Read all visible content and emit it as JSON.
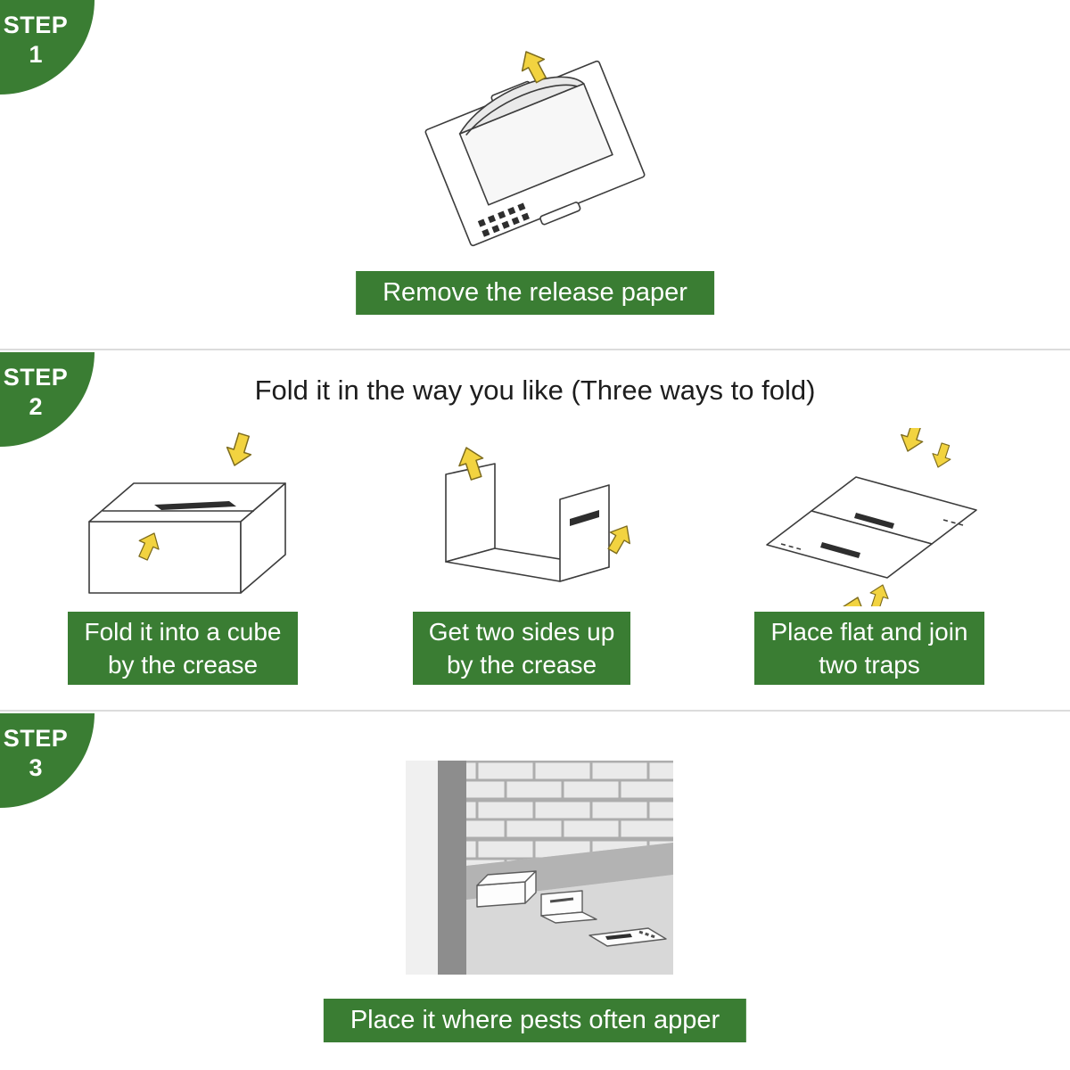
{
  "colors": {
    "green": "#3a7d33",
    "arrow-yellow": "#f2d340",
    "line": "#3c3c3c"
  },
  "step1": {
    "badge_label": "STEP",
    "badge_number": "1",
    "caption": "Remove the release paper"
  },
  "step2": {
    "badge_label": "STEP",
    "badge_number": "2",
    "heading": "Fold it in the way you like (Three ways to fold)",
    "options": [
      {
        "line1": "Fold it into a cube",
        "line2": "by the crease"
      },
      {
        "line1": "Get two sides up",
        "line2": "by the crease"
      },
      {
        "line1": "Place flat and join",
        "line2": "two traps"
      }
    ]
  },
  "step3": {
    "badge_label": "STEP",
    "badge_number": "3",
    "caption": "Place it where pests often apper"
  }
}
